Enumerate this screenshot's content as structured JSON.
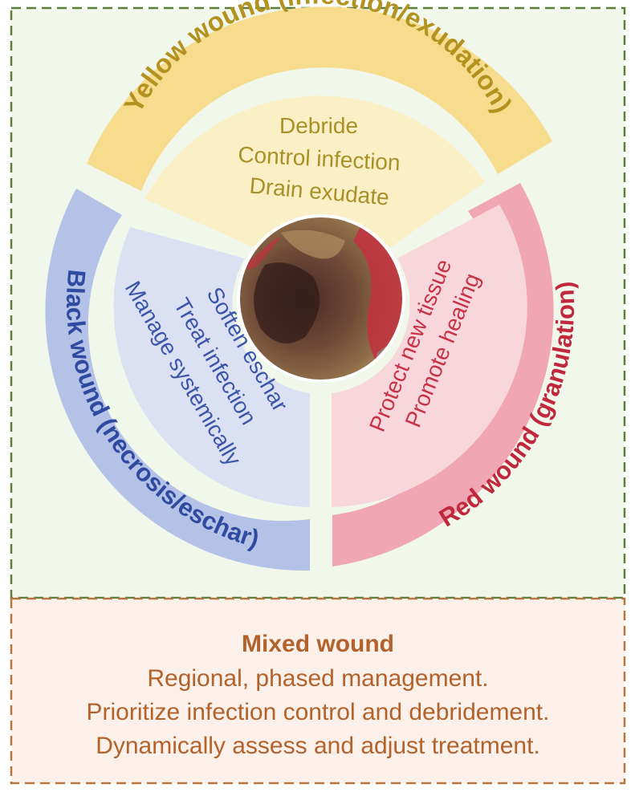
{
  "segments": {
    "yellow": {
      "title": "Yellow wound (infection/exudation)",
      "actions": [
        "Debride",
        "Control infection",
        "Drain exudate"
      ],
      "outer_color": "#f6dc8c",
      "inner_color": "#fbefc6",
      "text_color": "#a89128",
      "title_color": "#b3921f"
    },
    "red": {
      "title": "Red wound (granulation)",
      "actions": [
        "Protect new tissue",
        "Promote healing"
      ],
      "outer_color": "#f0a7b3",
      "inner_color": "#f8d7dc",
      "text_color": "#c63346",
      "title_color": "#c0283d"
    },
    "black": {
      "title": "Black wound (necrosis/eschar)",
      "actions": [
        "Soften eschar",
        "Treat infection",
        "Manage systemically"
      ],
      "outer_color": "#b3c2e6",
      "inner_color": "#dbe1f2",
      "text_color": "#3b55a8",
      "title_color": "#2f4aa0"
    }
  },
  "center_image": {
    "icon": "wound-photo",
    "colors": [
      "#5b3a2e",
      "#8c6a44",
      "#c2303f"
    ]
  },
  "mixed": {
    "title": "Mixed wound",
    "lines": [
      "Regional, phased management.",
      "Prioritize infection control and debridement.",
      "Dynamically assess and adjust treatment."
    ],
    "text_color": "#b2622a",
    "fill": "#fbf1ea",
    "border_color": "#b5763f"
  },
  "panel": {
    "fill": "#f1f7ea",
    "border_color": "#5c7f3b"
  }
}
